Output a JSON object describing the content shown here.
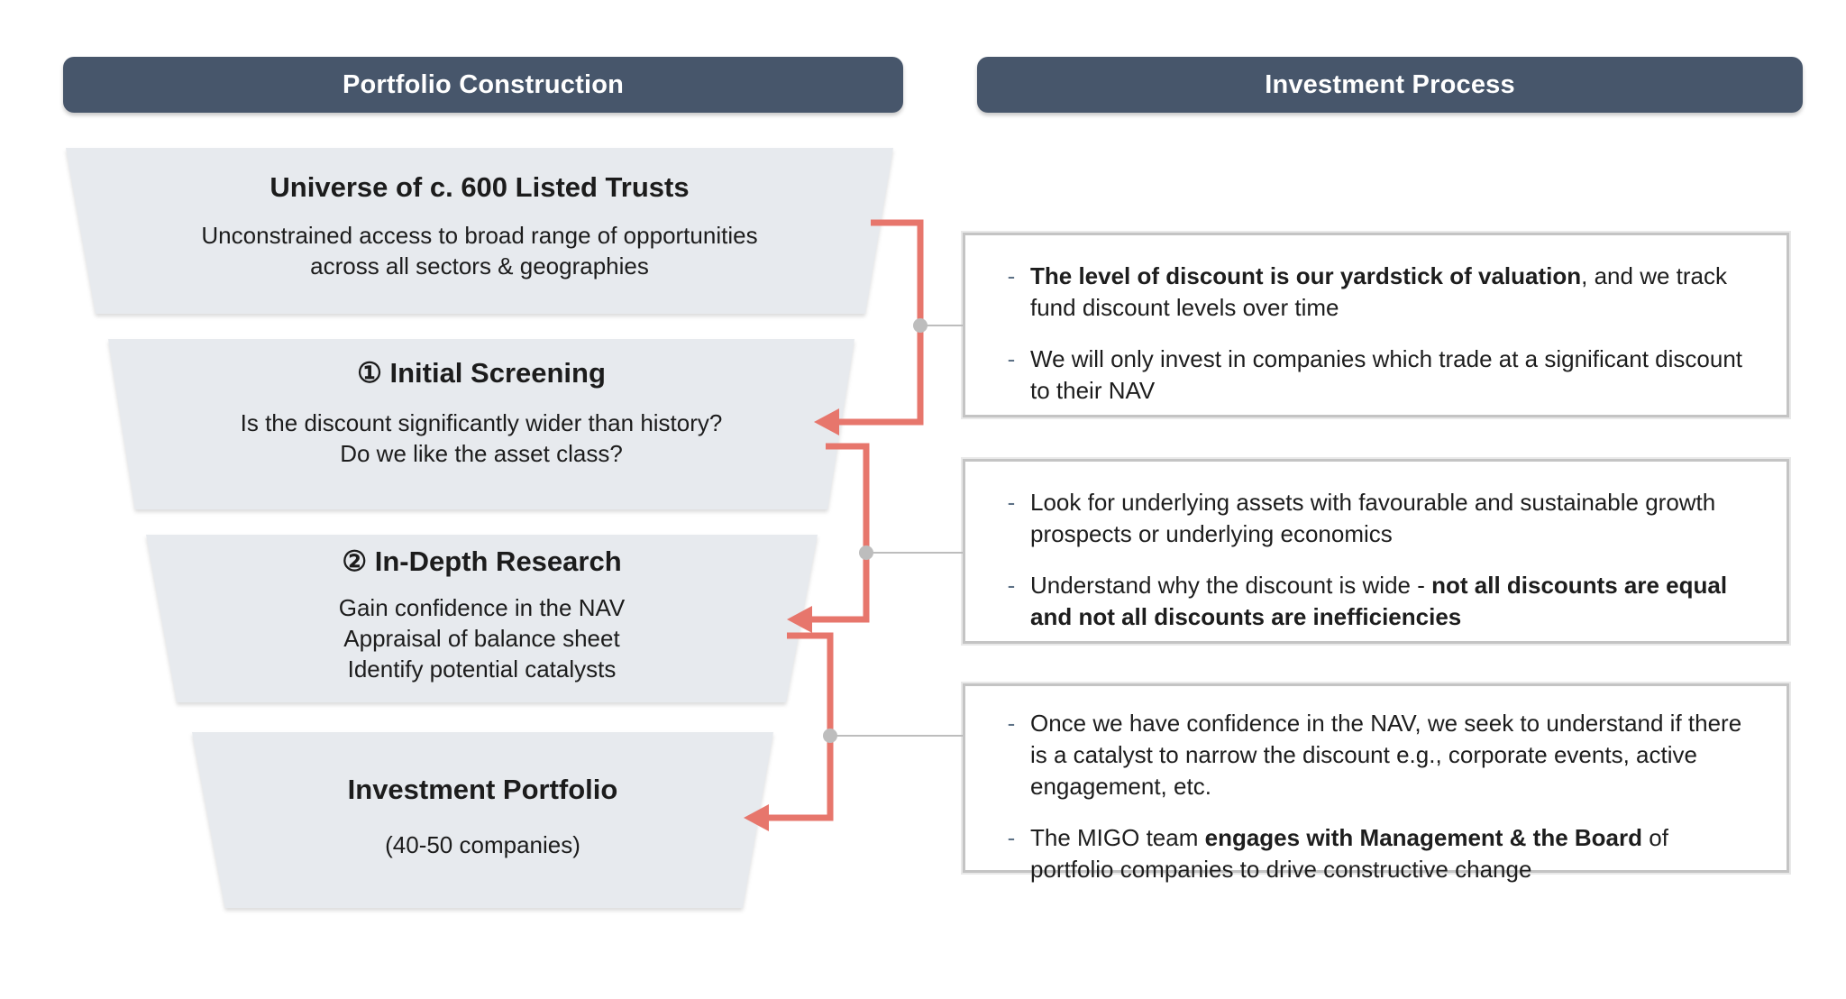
{
  "colors": {
    "header_bg": "#47566B",
    "funnel_fill": "#E7EAEE",
    "accent_red": "#E7766C",
    "connector_gray": "#CFCFCF",
    "dot_gray": "#BDBDBD",
    "box_border": "#C4C4C4",
    "bullet_dash": "#5D7186",
    "text": "#1D1D1D"
  },
  "bullet_marker": "-",
  "headers": {
    "left": "Portfolio Construction",
    "right": "Investment Process"
  },
  "funnel": {
    "stages": [
      {
        "title": "Universe of c. 600 Listed Trusts",
        "lines": [
          "Unconstrained access to broad range of opportunities",
          "across all sectors & geographies"
        ]
      },
      {
        "title": "① Initial Screening",
        "lines": [
          "Is the discount significantly wider than history?",
          "Do we like the asset class?"
        ]
      },
      {
        "title": "② In-Depth Research",
        "lines": [
          "Gain confidence in the NAV",
          "Appraisal of balance sheet",
          "Identify potential catalysts"
        ]
      },
      {
        "title": "Investment Portfolio",
        "lines": [
          "(40-50 companies)"
        ]
      }
    ]
  },
  "process": {
    "boxes": [
      {
        "bullets": [
          {
            "segments": [
              {
                "text": "The level of discount is our yardstick of valuation",
                "bold": true
              },
              {
                "text": ", and we track fund discount levels over time",
                "bold": false
              }
            ]
          },
          {
            "segments": [
              {
                "text": "We will only invest in companies which trade at a significant discount to their NAV",
                "bold": false
              }
            ]
          }
        ]
      },
      {
        "bullets": [
          {
            "segments": [
              {
                "text": "Look for underlying assets with favourable and sustainable growth prospects or underlying economics",
                "bold": false
              }
            ]
          },
          {
            "segments": [
              {
                "text": "Understand why the discount is wide - ",
                "bold": false
              },
              {
                "text": "not all discounts are equal and not all discounts are inefficiencies",
                "bold": true
              }
            ]
          }
        ]
      },
      {
        "bullets": [
          {
            "segments": [
              {
                "text": "Once we have confidence in the NAV, we seek to understand if there is a catalyst to narrow the discount e.g., corporate events, active engagement, etc.",
                "bold": false
              }
            ]
          },
          {
            "segments": [
              {
                "text": "The MIGO team ",
                "bold": false
              },
              {
                "text": "engages with Management & the Board",
                "bold": true
              },
              {
                "text": " of portfolio companies to drive constructive change",
                "bold": false
              }
            ]
          }
        ]
      }
    ]
  }
}
